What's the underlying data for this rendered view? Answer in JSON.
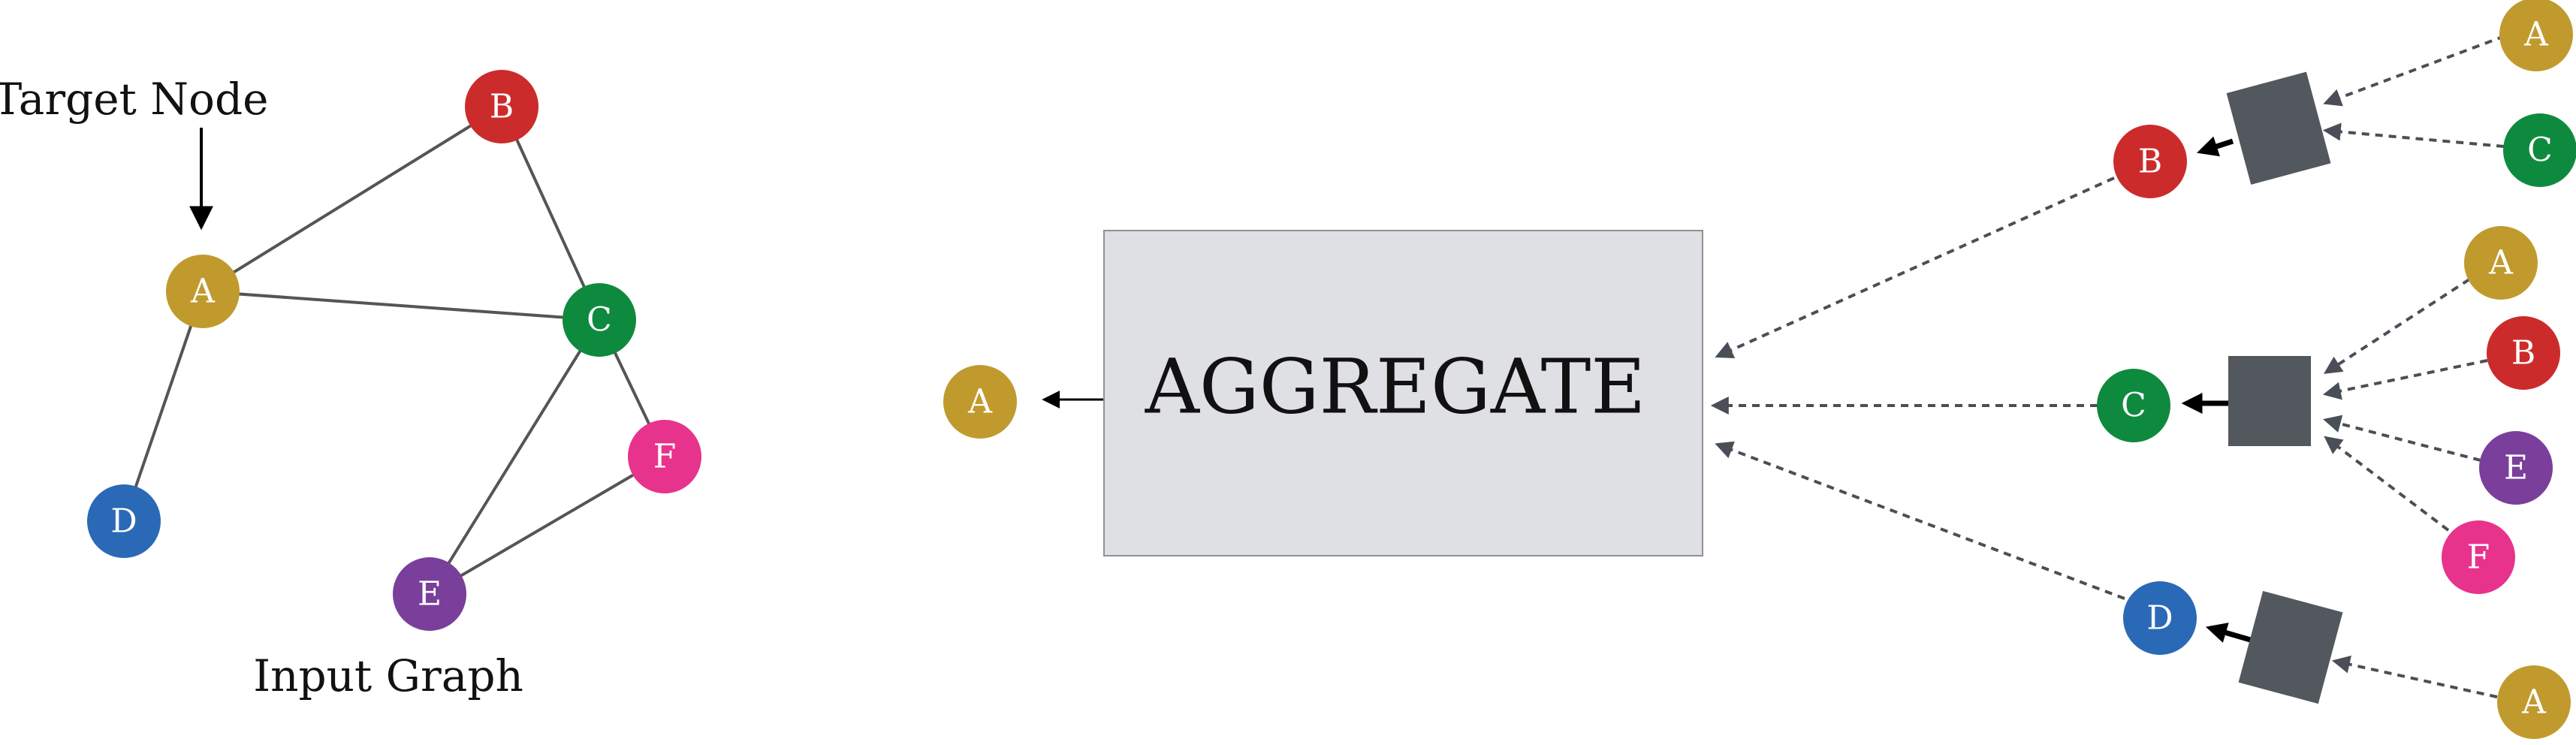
{
  "labels": {
    "target_node": "Target Node",
    "input_graph": "Input Graph",
    "aggregate": "AGGREGATE"
  },
  "colors": {
    "A": "#c19a2e",
    "B": "#cc2b2b",
    "C": "#0e8a3e",
    "D": "#2a69b5",
    "E": "#7a3f9a",
    "F": "#e8338c",
    "aggregator_square": "#53575e",
    "aggregate_box_fill": "#dfe0e3",
    "aggregate_box_border": "#8f9196"
  },
  "input_graph": {
    "nodes": [
      "A",
      "B",
      "C",
      "D",
      "E",
      "F"
    ],
    "edges": [
      [
        "A",
        "B"
      ],
      [
        "A",
        "C"
      ],
      [
        "A",
        "D"
      ],
      [
        "B",
        "C"
      ],
      [
        "C",
        "E"
      ],
      [
        "C",
        "F"
      ],
      [
        "E",
        "F"
      ]
    ],
    "target": "A"
  },
  "computation_graph": {
    "output_node": "A",
    "neighbors": [
      {
        "node": "B",
        "inputs": [
          "A",
          "C"
        ]
      },
      {
        "node": "C",
        "inputs": [
          "A",
          "B",
          "E",
          "F"
        ]
      },
      {
        "node": "D",
        "inputs": [
          "A"
        ]
      }
    ]
  }
}
